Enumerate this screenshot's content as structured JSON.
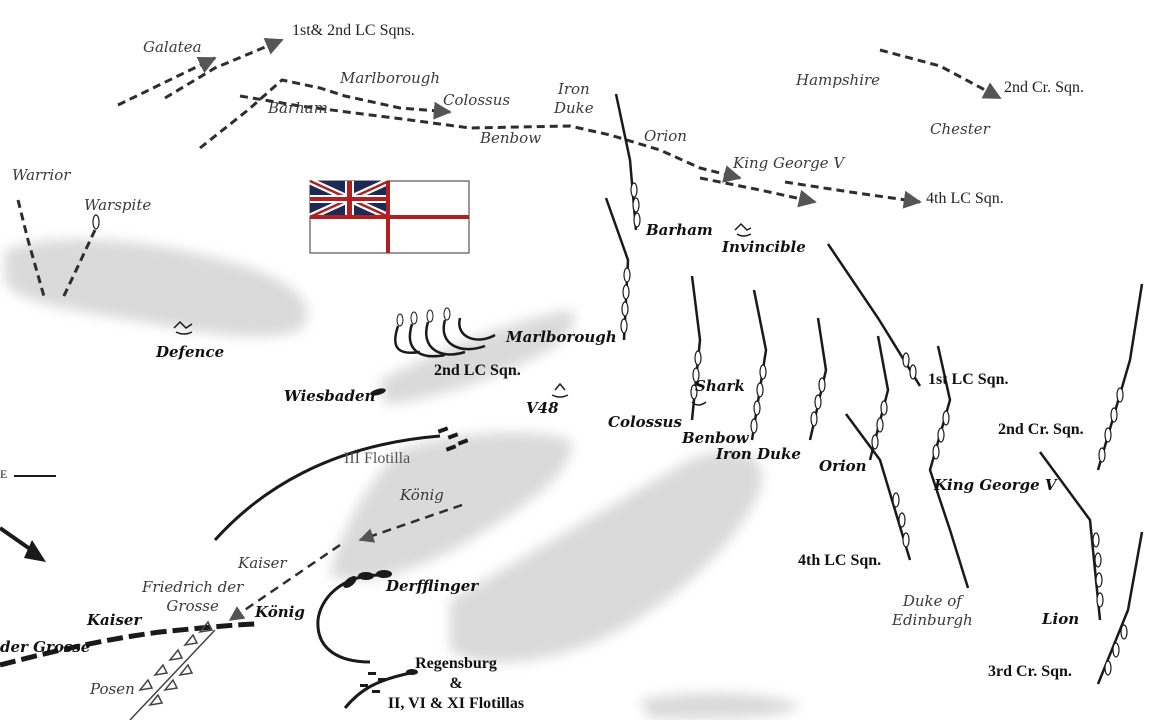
{
  "british": {
    "upper": {
      "galatea": "Galatea",
      "lc_1_2": "1st& 2nd LC Sqns.",
      "marlborough": "Marlborough",
      "barham": "Barham",
      "colossus": "Colossus",
      "iron_duke": [
        "Iron",
        "Duke"
      ],
      "benbow": "Benbow",
      "orion": "Orion",
      "king_george_v": "King George V",
      "lc_4": "4th LC Sqn.",
      "hampshire": "Hampshire",
      "cr_2": "2nd Cr. Sqn.",
      "chester": "Chester",
      "warrior": "Warrior",
      "warspite": "Warspite"
    },
    "lower": {
      "defence": "Defence",
      "barham": "Barham",
      "invincible": "Invincible",
      "marlborough": "Marlborough",
      "lc_2": "2nd LC Sqn.",
      "v48": "V48",
      "shark": "Shark",
      "colossus": "Colossus",
      "benbow": "Benbow",
      "iron_duke": "Iron Duke",
      "orion": "Orion",
      "lc_1": "1st LC Sqn.",
      "cr_2": "2nd Cr. Sqn.",
      "king_george_v": "King George V",
      "lc_4": "4th LC Sqn.",
      "duke_of_edinburgh": [
        "Duke of",
        "Edinburgh"
      ],
      "lion": "Lion",
      "cr_3": "3rd Cr. Sqn."
    }
  },
  "german": {
    "wiesbaden": "Wiesbaden",
    "flotilla_3": "III Flotilla",
    "konig_track": "König",
    "kaiser_track": "Kaiser",
    "friedrich_track": [
      "Friedrich der",
      "Grosse"
    ],
    "konig": "König",
    "kaiser": "Kaiser",
    "friedrich": "der Grosse",
    "posen": "Posen",
    "derfflinger": "Derfflinger",
    "regensburg": "Regensburg",
    "ampersand": "&",
    "flotillas": "II, VI & XI Flotillas"
  },
  "edge_marker": "E",
  "colors": {
    "ink": "#1a1a1a",
    "track": "#2e2e2e",
    "arrow": "#555555",
    "smoke": "#d8d8d8",
    "ensign_blue": "#1c2a55",
    "ensign_red": "#b02020"
  },
  "icons": [
    "ensign-flag-icon",
    "sinking-ship-icon",
    "direction-arrow-icon"
  ]
}
